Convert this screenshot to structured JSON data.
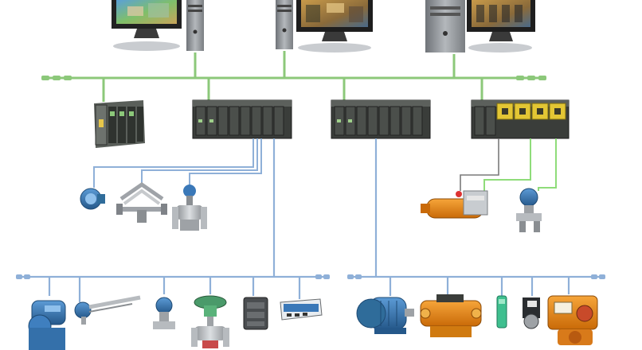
{
  "diagram": {
    "type": "industrial-control-network",
    "colors": {
      "control_network": "#8cc87a",
      "fieldbus_left": "#8fb0d8",
      "fieldbus_right": "#8fb0d8",
      "controller_body": "#3a3d3a",
      "controller_module": "#4b4f4b",
      "io_terminal_yellow": "#e3c634",
      "monitor_frame": "#2a2a2a",
      "pc_tower": "#8e9296",
      "valve_metal": "#b9bcc0",
      "motor_blue": "#2f6c9a",
      "actuator_orange": "#e58a12",
      "transmitter_blue": "#4a86c8"
    },
    "workstations": [
      {
        "name": "operator-workstation-1",
        "screen": "plant-overview"
      },
      {
        "name": "operator-workstation-2",
        "screen": "process-graphics"
      },
      {
        "name": "engineering-workstation",
        "screen": "process-graphics"
      }
    ],
    "controllers": [
      {
        "name": "distributed-io-rack"
      },
      {
        "name": "controller-rack-1"
      },
      {
        "name": "controller-rack-2"
      },
      {
        "name": "controller-rack-with-terminals"
      }
    ],
    "field_devices_mid": [
      {
        "name": "magnetic-flowmeter",
        "icon": "flowmeter-icon"
      },
      {
        "name": "coriolis-meter",
        "icon": "coriolis-icon"
      },
      {
        "name": "vortex-flowmeter",
        "icon": "vortex-icon"
      },
      {
        "name": "heater-actuator",
        "icon": "heater-icon"
      },
      {
        "name": "pressure-transmitter",
        "icon": "transmitter-icon"
      }
    ],
    "field_devices_bottom_left": [
      {
        "name": "radar-level-transmitter",
        "icon": "radar-icon"
      },
      {
        "name": "temperature-probe",
        "icon": "probe-icon"
      },
      {
        "name": "pressure-transmitter",
        "icon": "transmitter-icon"
      },
      {
        "name": "control-valve",
        "icon": "valve-icon"
      },
      {
        "name": "io-module",
        "icon": "io-module-icon"
      },
      {
        "name": "network-module",
        "icon": "network-module-icon"
      }
    ],
    "field_devices_bottom_right": [
      {
        "name": "electric-motor",
        "icon": "motor-icon"
      },
      {
        "name": "valve-actuator",
        "icon": "actuator-icon"
      },
      {
        "name": "proximity-sensor",
        "icon": "sensor-icon"
      },
      {
        "name": "positioner",
        "icon": "positioner-icon"
      },
      {
        "name": "valve-controller",
        "icon": "valve-controller-icon"
      }
    ]
  }
}
